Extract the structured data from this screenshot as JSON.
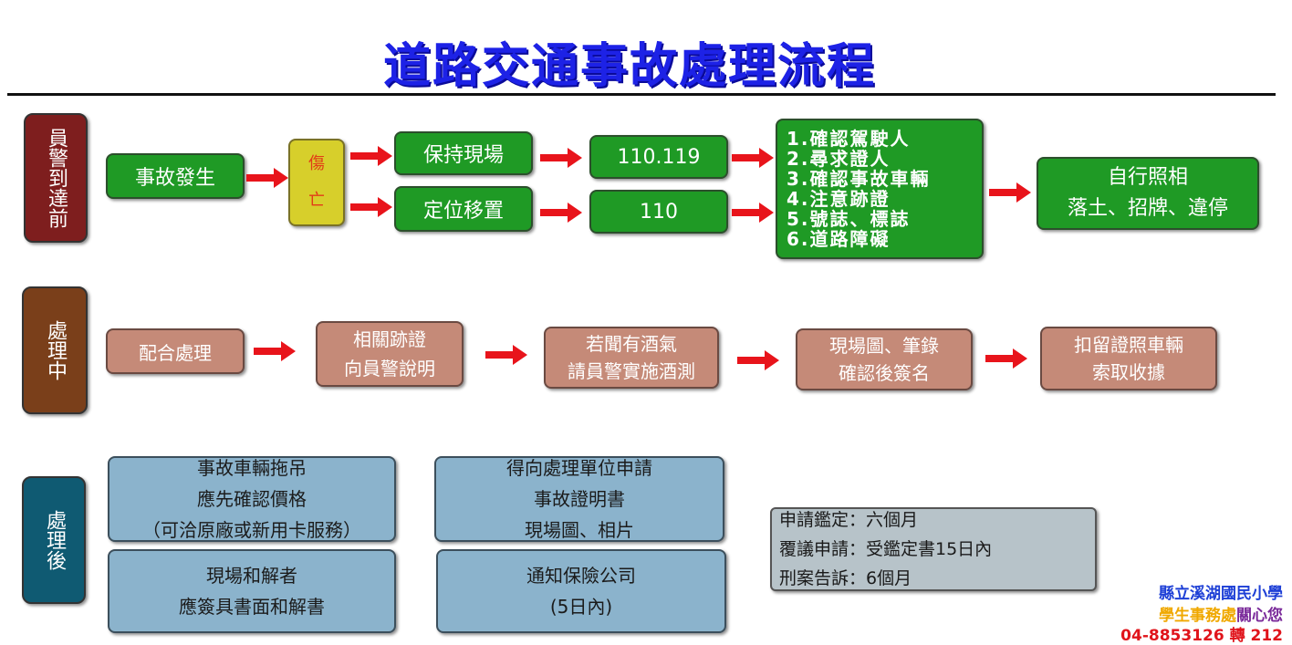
{
  "title": "道路交通事故處理流程",
  "colors": {
    "title": "#1d22e6",
    "green": "#1f9a25",
    "brown": "#c58a78",
    "blue": "#8bb3cc",
    "arrow": "#e8141b"
  },
  "row1": {
    "side": "員警到達前",
    "occur": "事故發生",
    "yellow": [
      "傷",
      "亡"
    ],
    "keep": "保持現場",
    "move": "定位移置",
    "call1": "110.119",
    "call2": "110",
    "list": [
      "1.確認駕駛人",
      "2.尋求證人",
      "3.確認事故車輛",
      "4.注意跡證",
      "5.號誌、標誌",
      "6.道路障礙"
    ],
    "photo": [
      "自行照相",
      "落土、招牌、違停"
    ]
  },
  "row2": {
    "side": "處理中",
    "steps": [
      [
        "配合處理"
      ],
      [
        "相關跡證",
        "向員警說明"
      ],
      [
        "若聞有酒氣",
        "請員警實施酒測"
      ],
      [
        "現場圖、筆錄",
        "確認後簽名"
      ],
      [
        "扣留證照車輛",
        "索取收據"
      ]
    ]
  },
  "row3": {
    "side": "處理後",
    "tow": [
      "事故車輛拖吊",
      "應先確認價格",
      "（可洽原廠或新用卡服務）"
    ],
    "settle": [
      "現場和解者",
      "應簽具書面和解書"
    ],
    "apply": [
      "得向處理單位申請",
      "事故證明書",
      "現場圖、相片"
    ],
    "insurance": [
      "通知保險公司",
      "(5日內)"
    ],
    "info": [
      "申請鑑定：六個月",
      "覆議申請：受鑑定書15日內",
      "刑案告訴：6個月"
    ]
  },
  "footer": {
    "school": "縣立溪湖國民小學",
    "office": "學生事務處",
    "care": "關心您",
    "phone": "04-8853126 轉 212"
  }
}
